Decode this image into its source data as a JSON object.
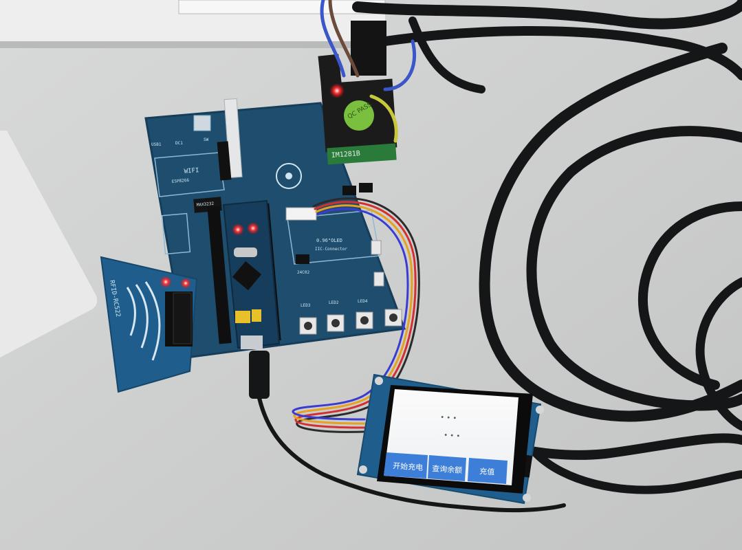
{
  "photo": {
    "rfid_module": {
      "label": "RFID-RC522",
      "part_no": "RFID-RC522"
    },
    "main_board": {
      "silkscreen": {
        "wifi": "WIFI",
        "esp": "ESP8266",
        "max": "MAX3232",
        "oled": "0.96\"OLED",
        "connector": "IIC-Connector",
        "eeprom": "24C02",
        "usb": "USB1",
        "dc": "DC1",
        "sw": "SW",
        "led3": "LED3",
        "led2": "LED2",
        "led4": "LED4"
      }
    },
    "power_module": {
      "label": "IM1281B",
      "sticker": "QC PASS"
    },
    "touch_screen": {
      "buttons": [
        "开始充电",
        "查询余额",
        "充值"
      ],
      "lines": [
        "• • •",
        "• • •"
      ]
    }
  },
  "colors": {
    "pcb": "#1e4d6e",
    "pcb_edge": "#163d59",
    "table": "#cfd0d0",
    "cable": "#151617",
    "led_red": "#ff2a2a",
    "screen_button": "#3d7fd8"
  }
}
